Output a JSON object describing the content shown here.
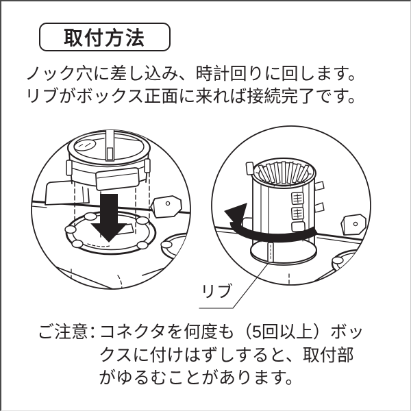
{
  "page": {
    "background": "#ffffff",
    "line_color": "#231f20"
  },
  "title": {
    "label": "取付方法"
  },
  "instructions": {
    "lines": [
      "ノック穴に差し込み、時計回りに回します。",
      "リブがボックス正面に来れば接続完了です。"
    ]
  },
  "figures": {
    "left": {
      "description": "connector-being-inserted-into-knockout-hole",
      "arrow_icon": "down-arrow"
    },
    "right": {
      "description": "connector-rotated-clockwise-in-box",
      "arrow_icon": "rotate-clockwise-arrow",
      "callout": {
        "label": "リブ"
      }
    }
  },
  "caution": {
    "label": "ご注意：",
    "lines": [
      "コネクタを何度も（5回以上）ボッ",
      "クスに付けはずしすると、取付部",
      "がゆるむことがあります。"
    ]
  }
}
